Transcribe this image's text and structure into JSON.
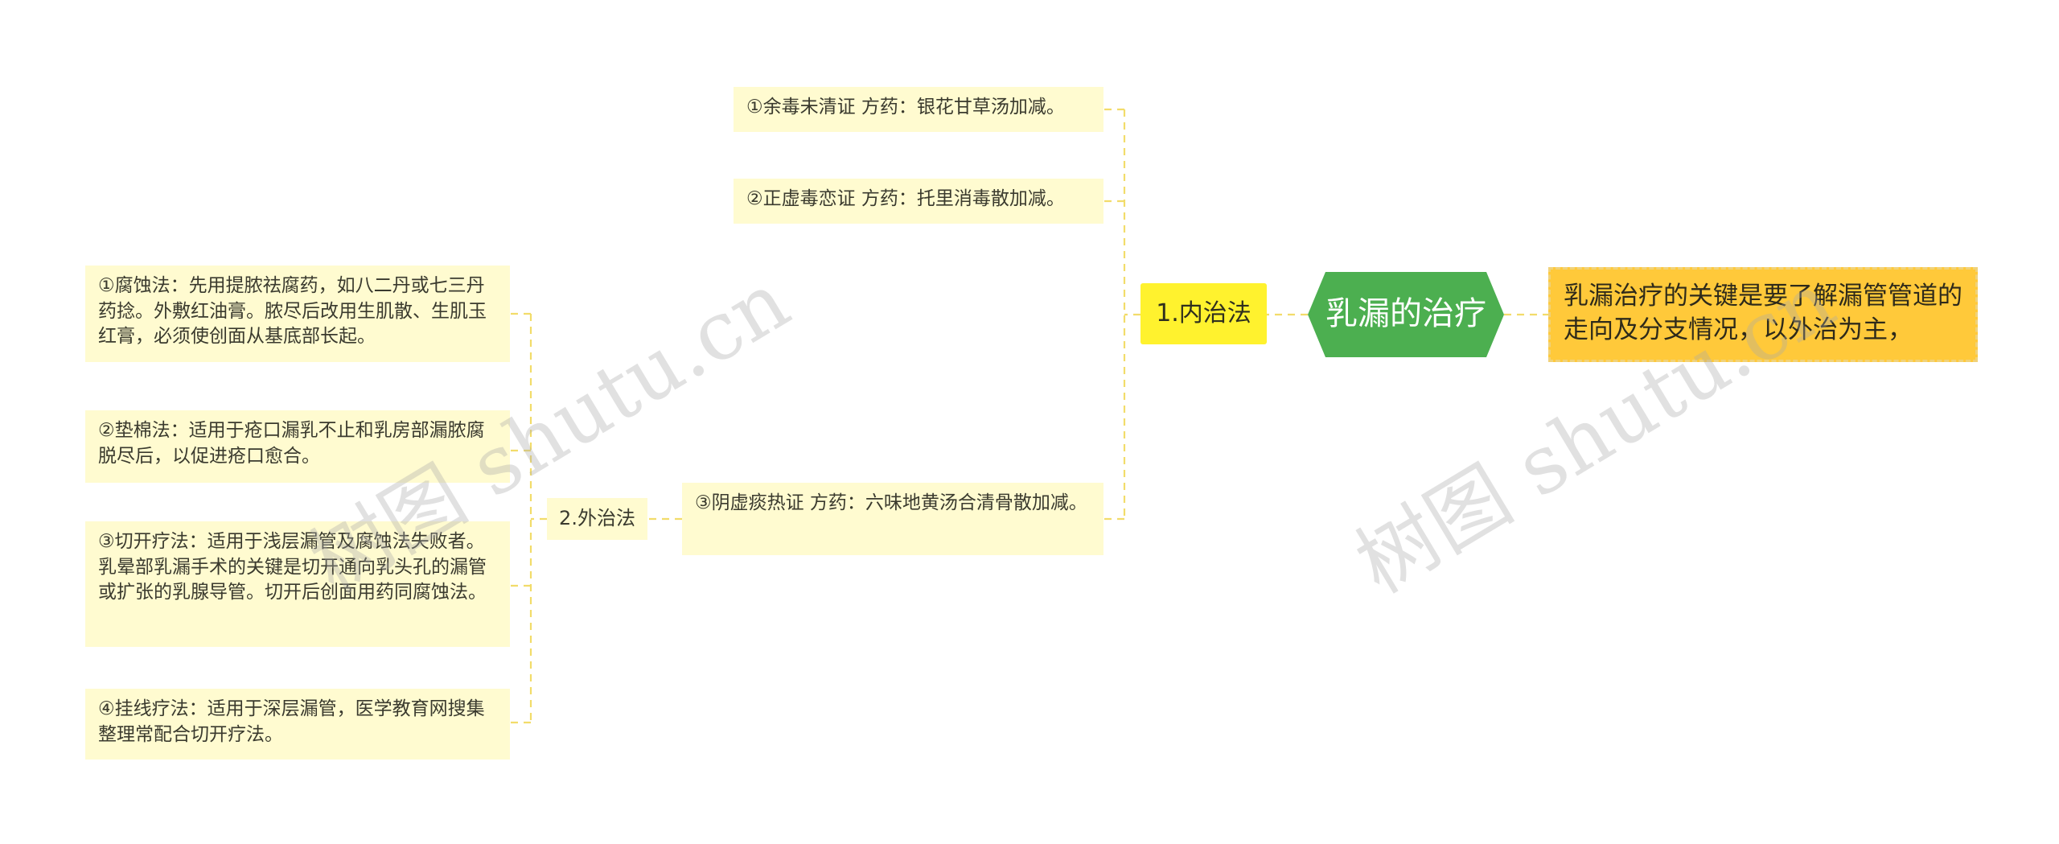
{
  "root": {
    "label": "乳漏的治疗"
  },
  "summary": {
    "text": "乳漏治疗的关键是要了解漏管管道的走向及分支情况，以外治为主，"
  },
  "branches": {
    "internal": {
      "label": "1.内治法",
      "items": [
        "①余毒未清证 方药：银花甘草汤加减。",
        "②正虚毒恋证 方药：托里消毒散加减。",
        "③阴虚痰热证 方药：六味地黄汤合清骨散加减。"
      ]
    },
    "external": {
      "label": "2.外治法",
      "items": [
        "①腐蚀法：先用提脓祛腐药，如八二丹或七三丹药捻。外敷红油膏。脓尽后改用生肌散、生肌玉红膏，必须使创面从基底部长起。",
        "②垫棉法：适用于疮口漏乳不止和乳房部漏脓腐脱尽后，以促进疮口愈合。",
        "③切开疗法：适用于浅层漏管及腐蚀法失败者。乳晕部乳漏手术的关键是切开通向乳头孔的漏管或扩张的乳腺导管。切开后创面用药同腐蚀法。",
        "④挂线疗法：适用于深层漏管，医学教育网搜集整理常配合切开疗法。"
      ]
    }
  },
  "watermarks": [
    "树图 shutu.cn",
    "树图 shutu.cn"
  ],
  "colors": {
    "root_fill": "#4caf50",
    "level1_fill": "#fff22e",
    "leaf_fill": "#fffbd0",
    "summary_fill": "#ffc93a",
    "connector": "#f2dc6a"
  }
}
